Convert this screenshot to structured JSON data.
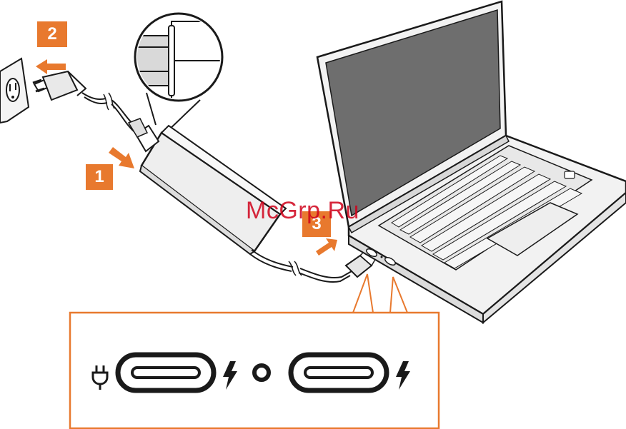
{
  "steps": [
    {
      "number": "1",
      "description": "connect-cord-to-adapter"
    },
    {
      "number": "2",
      "description": "plug-into-wall-outlet"
    },
    {
      "number": "3",
      "description": "connect-to-laptop-port"
    }
  ],
  "watermark": "McGrp.Ru",
  "ports_detail": {
    "left_port": {
      "icons": [
        "power-plug-icon",
        "usb-c-port-icon",
        "lightning-bolt-icon"
      ]
    },
    "separator": "status-indicator-dot",
    "right_port": {
      "icons": [
        "usb-c-port-icon",
        "lightning-bolt-icon"
      ]
    }
  },
  "colors": {
    "accent": "#e8792e",
    "line": "#1a1a1a",
    "screen": "#6e6e6e",
    "body": "#f2f2f2",
    "watermark": "#d0021b"
  }
}
